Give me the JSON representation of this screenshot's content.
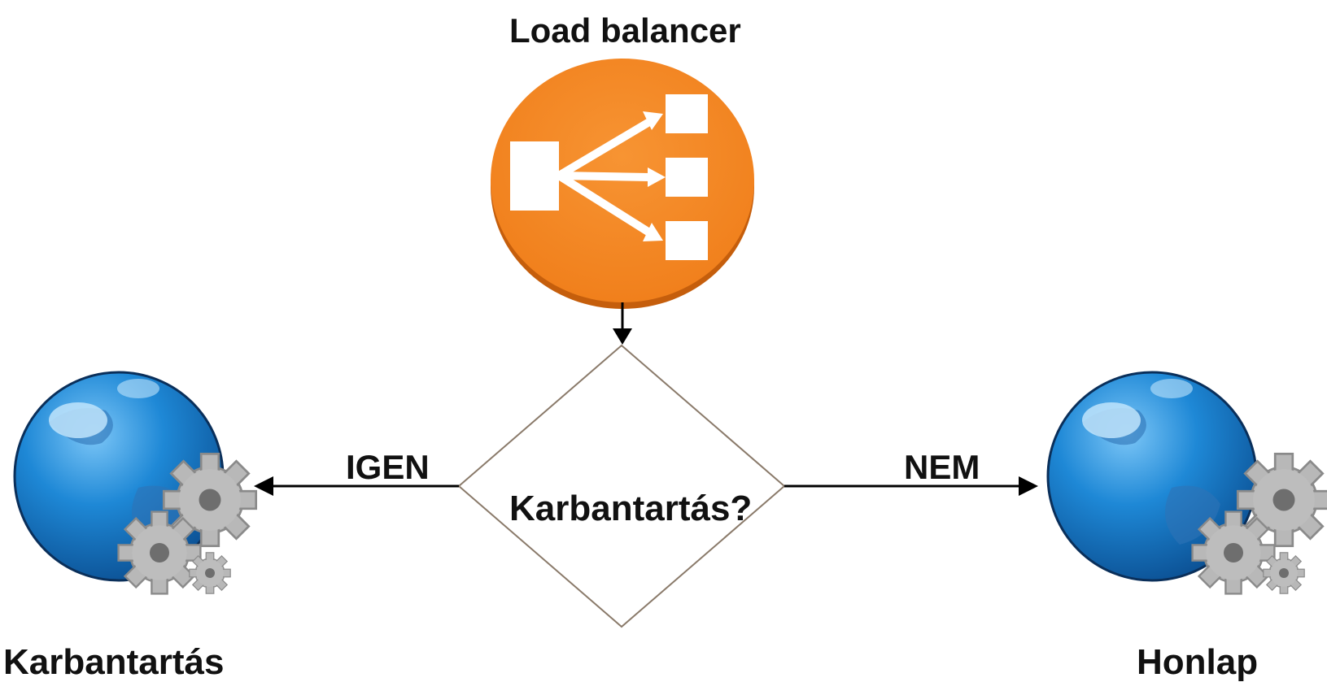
{
  "load_balancer": {
    "title": "Load balancer",
    "color": "#F58A1F"
  },
  "decision": {
    "text": "Karbantartás?"
  },
  "branches": {
    "yes_label": "IGEN",
    "no_label": "NEM"
  },
  "targets": {
    "left_label": "Karbantartás",
    "right_label": "Honlap"
  },
  "icons": {
    "load_balancer": "load-balancer-icon",
    "maintenance": "globe-gears-icon",
    "website": "globe-gears-icon"
  }
}
